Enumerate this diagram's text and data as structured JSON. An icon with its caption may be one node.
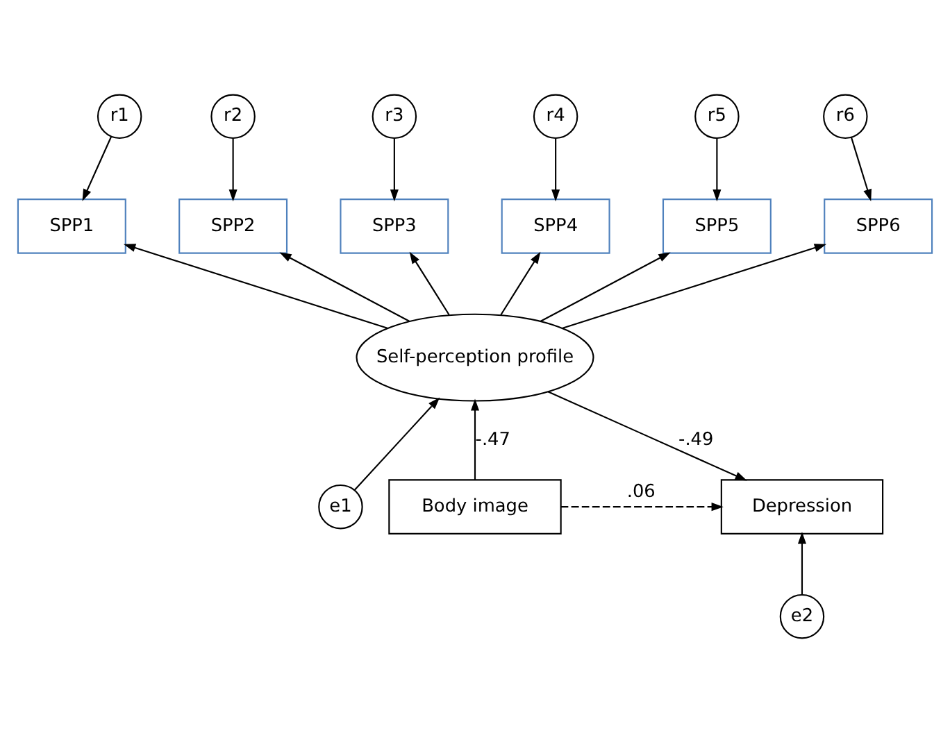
{
  "diagram": {
    "nodes": [
      {
        "text": [
          "r1"
        ]
      },
      {
        "text": [
          "r2"
        ]
      },
      {
        "text": [
          "r3"
        ]
      },
      {
        "text": [
          "r4"
        ]
      },
      {
        "text": [
          "r5"
        ]
      },
      {
        "text": [
          "r6"
        ]
      },
      {
        "text": [
          "SPP1"
        ]
      },
      {
        "text": [
          "SPP2"
        ]
      },
      {
        "text": [
          "SPP3"
        ]
      },
      {
        "text": [
          "SPP4"
        ]
      },
      {
        "text": [
          "SPP5"
        ]
      },
      {
        "text": [
          "SPP6"
        ]
      },
      {
        "text": [
          "Self-perception profile"
        ]
      },
      {
        "text": [
          "e1"
        ]
      },
      {
        "text": [
          "Body image"
        ]
      },
      {
        "text": [
          "Depression"
        ]
      },
      {
        "text": [
          "e2"
        ]
      }
    ],
    "edges": [
      {
        "from": 0,
        "to": 6,
        "arrow": "to"
      },
      {
        "from": 1,
        "to": 7,
        "arrow": "to"
      },
      {
        "from": 2,
        "to": 8,
        "arrow": "to"
      },
      {
        "from": 3,
        "to": 9,
        "arrow": "to"
      },
      {
        "from": 4,
        "to": 10,
        "arrow": "to"
      },
      {
        "from": 5,
        "to": 11,
        "arrow": "to"
      },
      {
        "from": 12,
        "to": 6,
        "arrow": "to"
      },
      {
        "from": 12,
        "to": 7,
        "arrow": "to"
      },
      {
        "from": 12,
        "to": 8,
        "arrow": "to"
      },
      {
        "from": 12,
        "to": 9,
        "arrow": "to"
      },
      {
        "from": 12,
        "to": 10,
        "arrow": "to"
      },
      {
        "from": 12,
        "to": 11,
        "arrow": "to"
      },
      {
        "from": 14,
        "to": 12,
        "label": "-.47",
        "arrow": "to"
      },
      {
        "from": 13,
        "to": 12,
        "arrow": "to"
      },
      {
        "from": 12,
        "to": 15,
        "label": "-.49",
        "arrow": "to"
      },
      {
        "from": 14,
        "to": 15,
        "label": ".06",
        "arrow": "to",
        "style": "dashed"
      },
      {
        "from": 16,
        "to": 15,
        "arrow": "to"
      }
    ]
  }
}
